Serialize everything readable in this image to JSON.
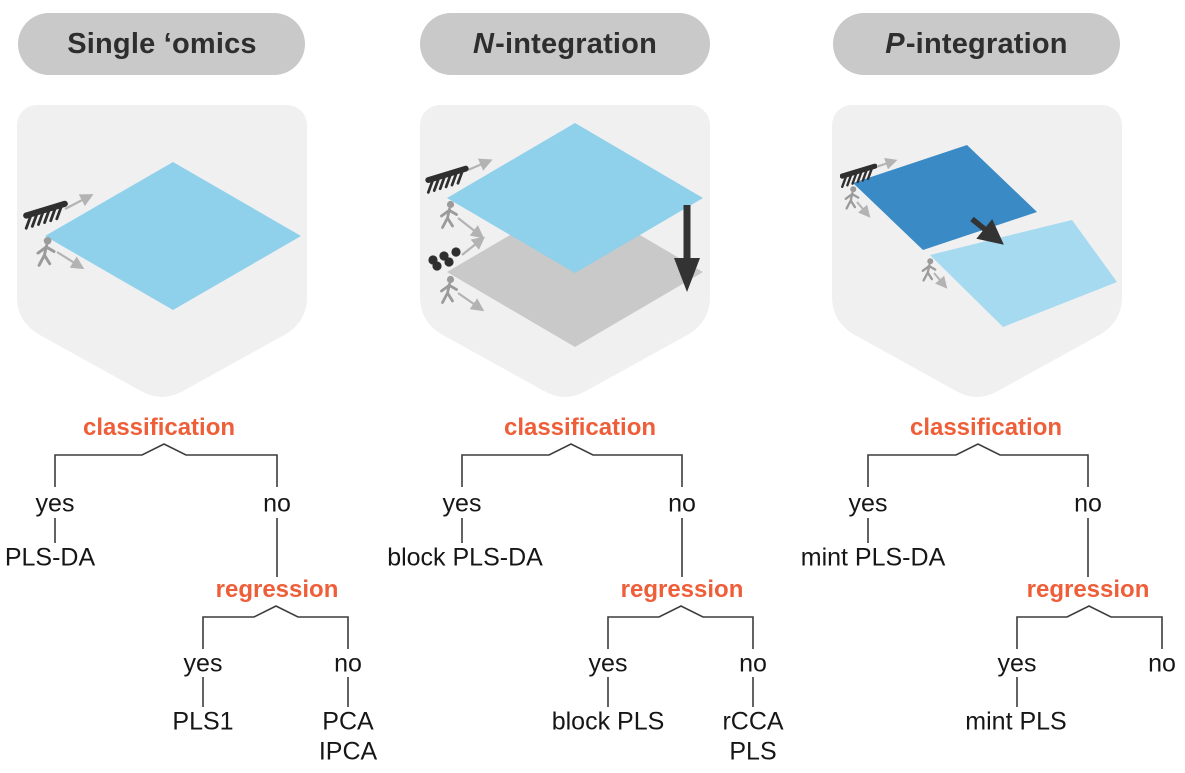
{
  "figure": {
    "accent_color": "#ee5e39",
    "line_color": "#3c3c3c",
    "header_pill_color": "#c9c9c9",
    "panel_background": "#f0f0f0",
    "columns": [
      {
        "id": "single-omics",
        "header": {
          "italic": "",
          "text": "Single ‘omics"
        },
        "panel": {
          "matrices": [
            {
              "name": "data-matrix",
              "color": "#8fd0ea"
            }
          ],
          "icons": [
            "comb-variables-icon",
            "person-samples-icon",
            "variables-axis-arrow-icon",
            "samples-axis-arrow-icon"
          ]
        },
        "tree": {
          "q1": "classification",
          "q1_yes": "yes",
          "q1_no": "no",
          "q1_yes_result": "PLS-DA",
          "q2": "regression",
          "q2_yes": "yes",
          "q2_no": "no",
          "q2_yes_result": "PLS1",
          "q2_no_results": [
            "PCA",
            "IPCA"
          ]
        }
      },
      {
        "id": "n-integration",
        "header": {
          "italic": "N",
          "text": "-integration"
        },
        "panel": {
          "matrices": [
            {
              "name": "omics-matrix-top",
              "color": "#8fd0ea"
            },
            {
              "name": "omics-matrix-bottom",
              "color": "#c9c9c9"
            }
          ],
          "icons": [
            "comb-variables-icon",
            "person-samples-icon",
            "molecules-dots-icon",
            "person-samples-icon",
            "integration-down-arrow-icon"
          ]
        },
        "tree": {
          "q1": "classification",
          "q1_yes": "yes",
          "q1_no": "no",
          "q1_yes_result": "block PLS-DA",
          "q2": "regression",
          "q2_yes": "yes",
          "q2_no": "no",
          "q2_yes_result": "block PLS",
          "q2_no_results": [
            "rCCA",
            "PLS"
          ]
        }
      },
      {
        "id": "p-integration",
        "header": {
          "italic": "P",
          "text": "-integration"
        },
        "panel": {
          "matrices": [
            {
              "name": "study-matrix-top",
              "color": "#3a8ac6"
            },
            {
              "name": "study-matrix-bottom",
              "color": "#a5daf0"
            }
          ],
          "icons": [
            "comb-variables-icon",
            "person-samples-icon",
            "person-samples-icon",
            "transfer-arrow-icon"
          ]
        },
        "tree": {
          "q1": "classification",
          "q1_yes": "yes",
          "q1_no": "no",
          "q1_yes_result": "mint PLS-DA",
          "q2": "regression",
          "q2_yes": "yes",
          "q2_no": "no",
          "q2_yes_result": "mint PLS",
          "q2_no_results": []
        }
      }
    ]
  }
}
